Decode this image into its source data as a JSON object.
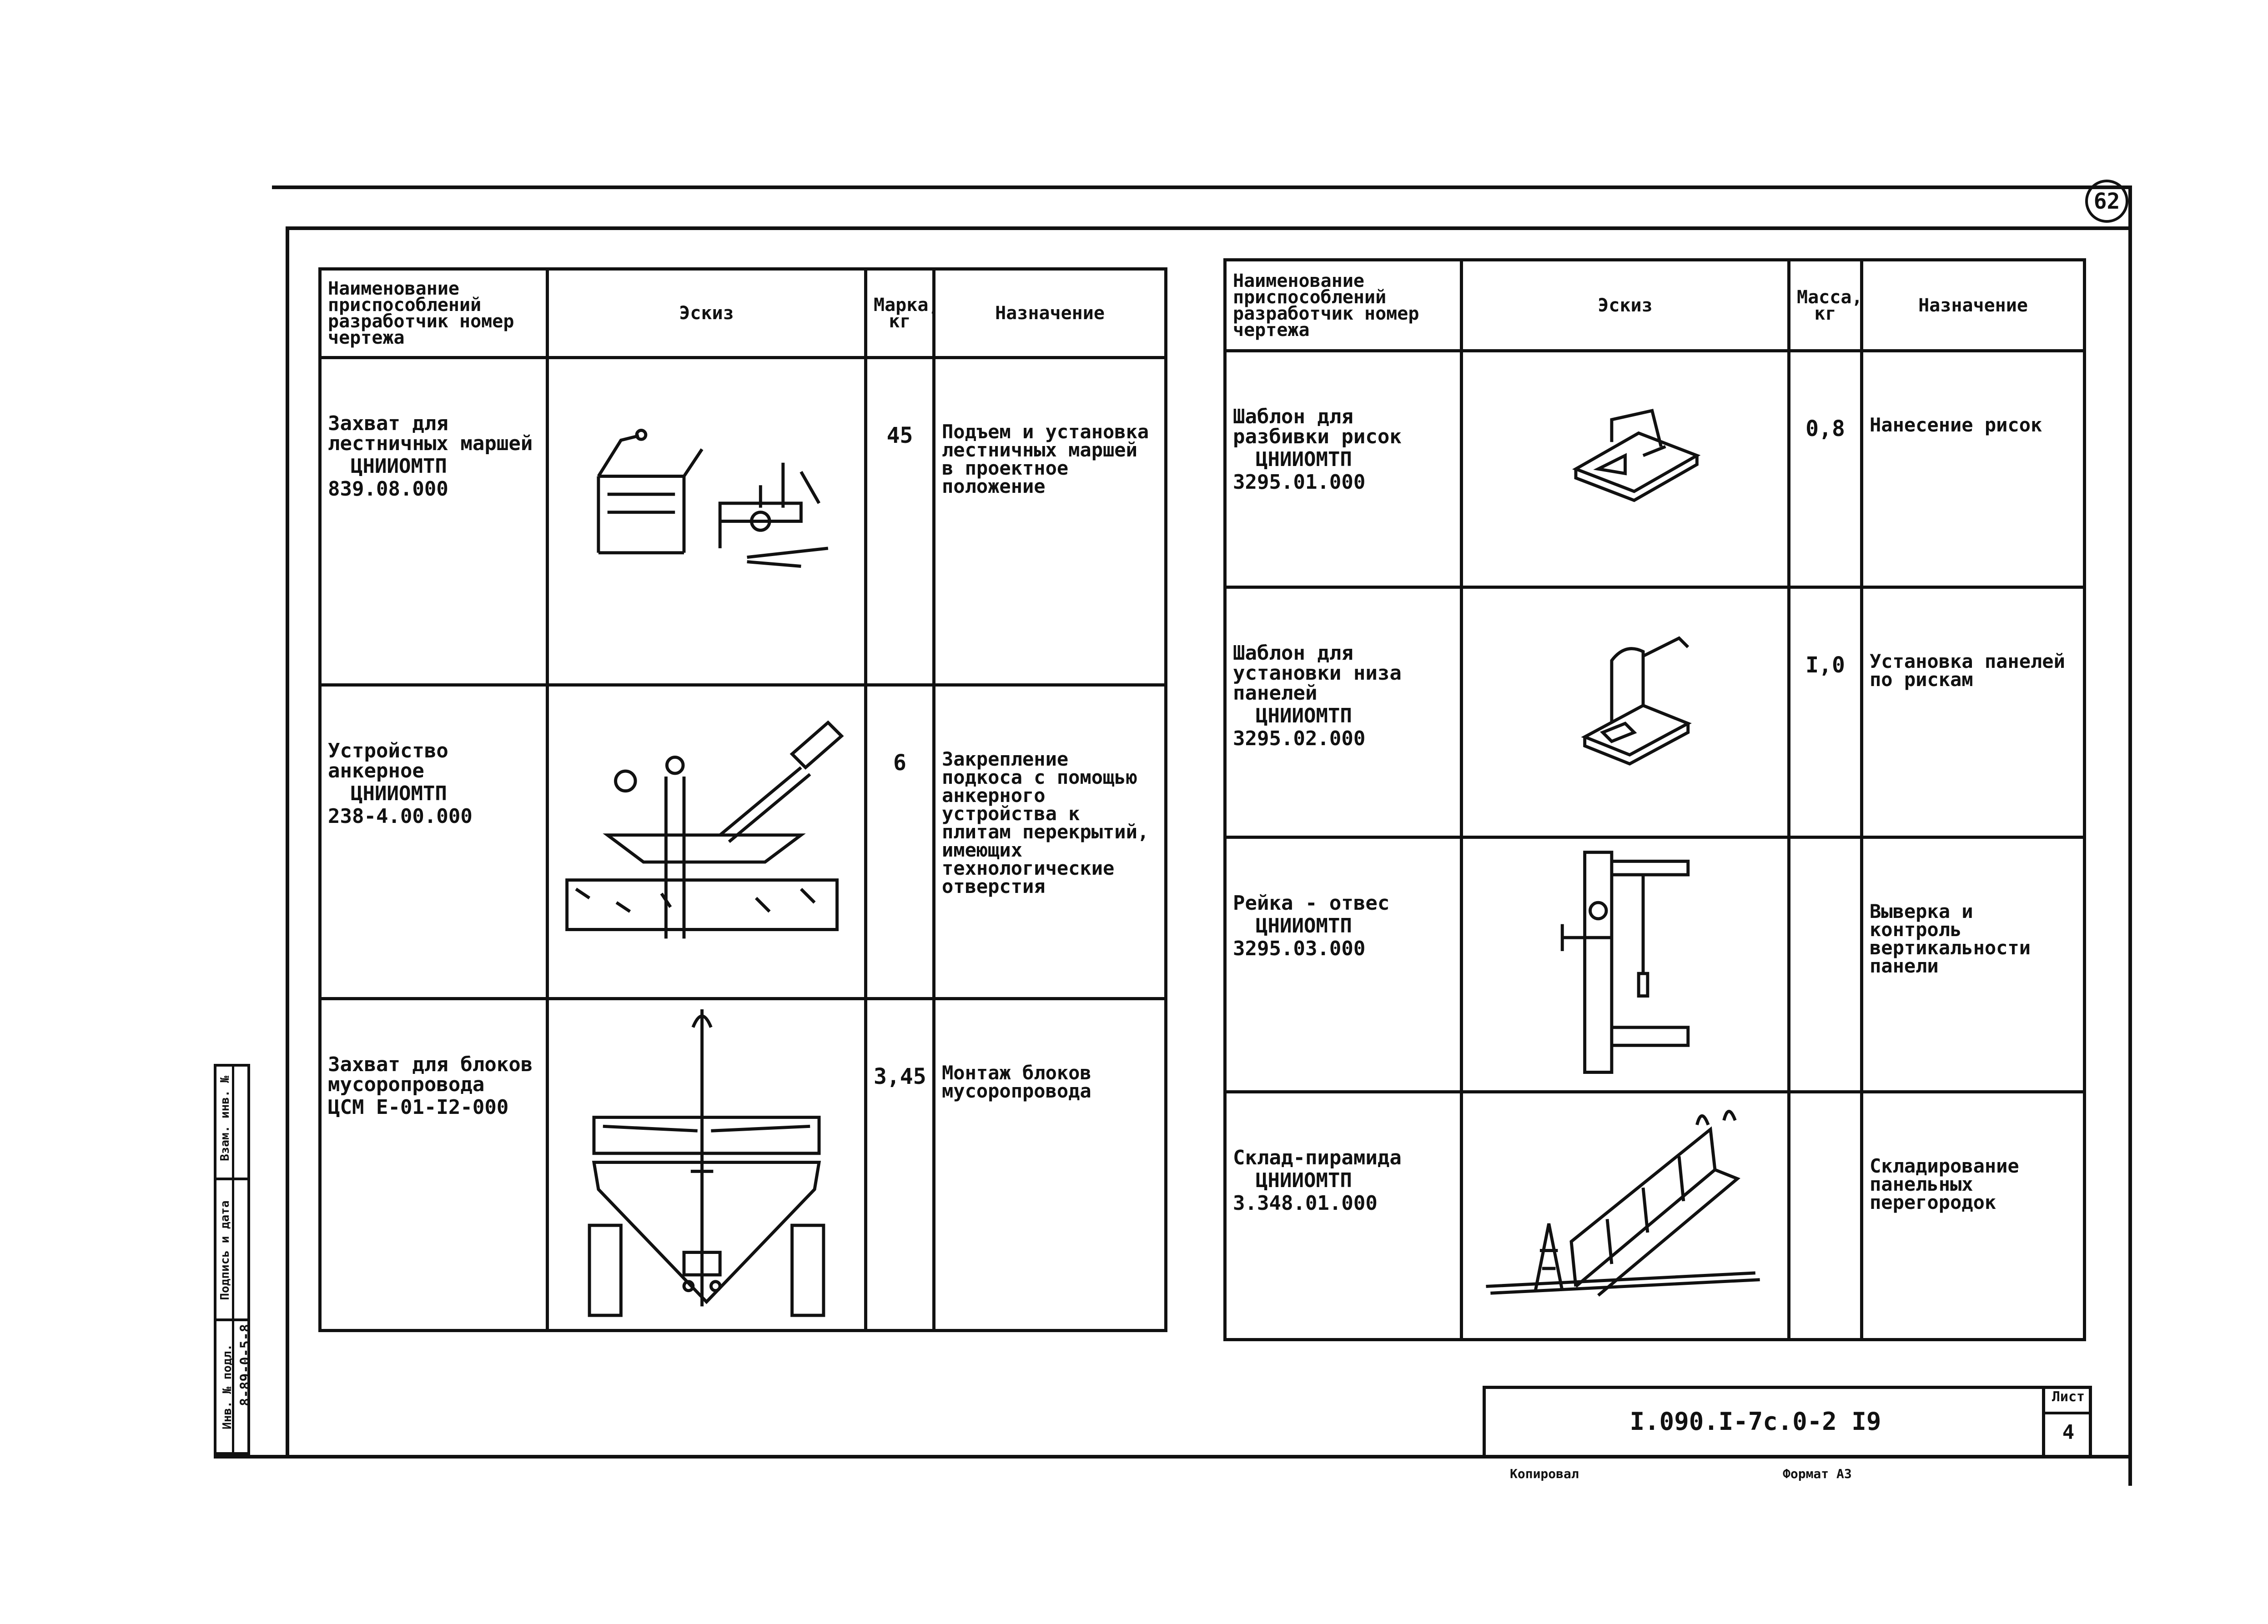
{
  "page_number": "62",
  "left_table": {
    "headers": {
      "name": "Наименование приспособлений разработчик номер чертежа",
      "sketch": "Эскиз",
      "mass": "Марка, кг",
      "purpose": "Назначение"
    },
    "rows": [
      {
        "name": "Захват для лестничных маршей",
        "developer": "ЦНИИОМТП",
        "number": "839.08.000",
        "sketch_icon": "stair-flight-grip-sketch",
        "mass": "45",
        "purpose": "Подъем и установка лестничных маршей в проектное положение"
      },
      {
        "name": "Устройство анкерное",
        "developer": "ЦНИИОМТП",
        "number": "238-4.00.000",
        "sketch_icon": "anchor-device-sketch",
        "mass": "6",
        "purpose": "Закрепление подкоса с помощью анкерного устройства к плитам перекрытий, имеющих технологические отверстия"
      },
      {
        "name": "Захват для блоков мусоропровода",
        "developer": "",
        "number": "ЦСМ Е-01-I2-000",
        "sketch_icon": "garbage-chute-block-grip-sketch",
        "mass": "3,45",
        "purpose": "Монтаж блоков мусоропровода"
      }
    ]
  },
  "right_table": {
    "headers": {
      "name": "Наименование приспособлений разработчик номер чертежа",
      "sketch": "Эскиз",
      "mass": "Масса, кг",
      "purpose": "Назначение"
    },
    "rows": [
      {
        "name": "Шаблон для разбивки рисок",
        "developer": "ЦНИИОМТП",
        "number": "3295.01.000",
        "sketch_icon": "marking-template-sketch",
        "mass": "0,8",
        "purpose": "Нанесение рисок"
      },
      {
        "name": "Шаблон для установки низа панелей",
        "developer": "ЦНИИОМТП",
        "number": "3295.02.000",
        "sketch_icon": "panel-bottom-template-sketch",
        "mass": "I,0",
        "purpose": "Установка панелей по рискам"
      },
      {
        "name": "Рейка - отвес",
        "developer": "ЦНИИОМТП",
        "number": "3295.03.000",
        "sketch_icon": "plumb-rail-sketch",
        "mass": "",
        "purpose": "Выверка и контроль вертикальности панели"
      },
      {
        "name": "Склад-пирамида",
        "developer": "ЦНИИОМТП",
        "number": "3.348.01.000",
        "sketch_icon": "pyramid-rack-sketch",
        "mass": "",
        "purpose": "Складирование панельных перегородок"
      }
    ]
  },
  "stamp": {
    "code": "I.090.I-7с.0-2 I9",
    "sheet_label": "Лист",
    "sheet_number": "4"
  },
  "side_stamp": {
    "inv_label": "Инв. № подл.",
    "inv_value": "8-89-0-5-8",
    "signature_label": "Подпись и дата",
    "replace_label": "Взам. инв. №"
  },
  "footer": {
    "copied": "Копировал",
    "format": "Формат А3"
  }
}
